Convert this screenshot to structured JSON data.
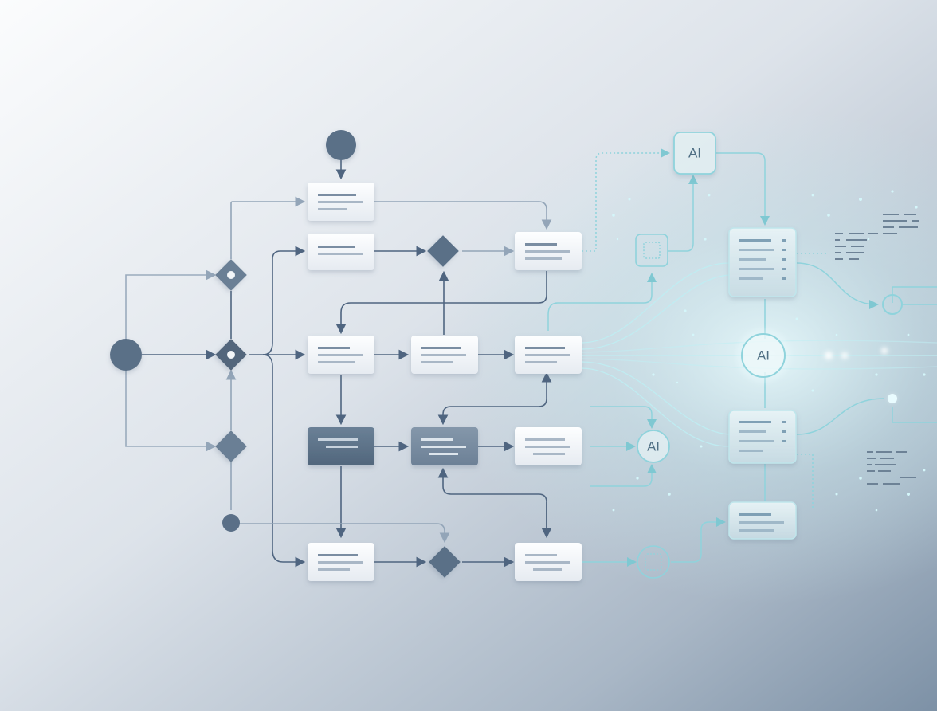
{
  "diagram": {
    "ai_badges": {
      "top": "AI",
      "center": "AI",
      "lower": "AI"
    },
    "colors": {
      "background_light": "#f4f6f8",
      "background_dark": "#8c9eb0",
      "node_fill": "#f2f4f7",
      "node_dark": "#5b7188",
      "connector": "#5a6f87",
      "connector_light": "#9aabbd",
      "ai_glow": "#bdeff2",
      "ai_line": "#8fd3dc"
    },
    "icons": [
      "start-node-icon",
      "decision-diamond-icon",
      "chip-icon",
      "neural-flow-icon"
    ]
  }
}
